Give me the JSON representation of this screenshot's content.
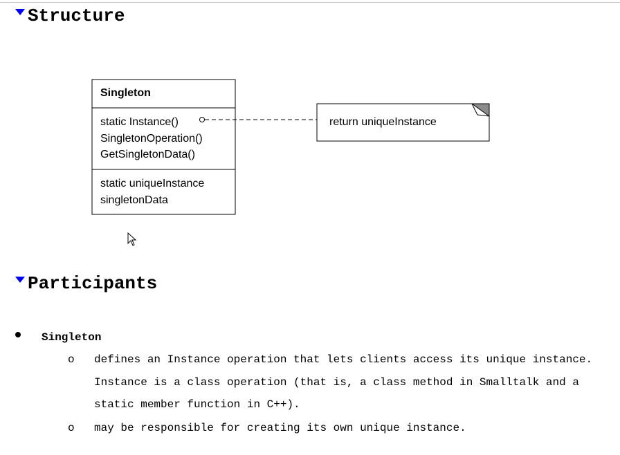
{
  "sections": {
    "structure_title": "Structure",
    "participants_title": "Participants"
  },
  "diagram": {
    "class_name": "Singleton",
    "operations": [
      "static Instance()",
      "SingletonOperation()",
      "GetSingletonData()"
    ],
    "attributes": [
      "static uniqueInstance",
      "singletonData"
    ],
    "note_text": "return uniqueInstance"
  },
  "participants": {
    "name": "Singleton",
    "items": [
      "defines an Instance operation that lets clients access its unique instance. Instance is a class operation (that is, a class method in Smalltalk and a static member function in C++).",
      "may be responsible for creating its own unique instance."
    ],
    "sub_marker": "o"
  },
  "icons": {
    "collapse": "triangle-down-icon",
    "bullet": "bullet-icon",
    "pointer": "mouse-pointer-icon"
  },
  "colors": {
    "triangle": "#0000ff"
  }
}
